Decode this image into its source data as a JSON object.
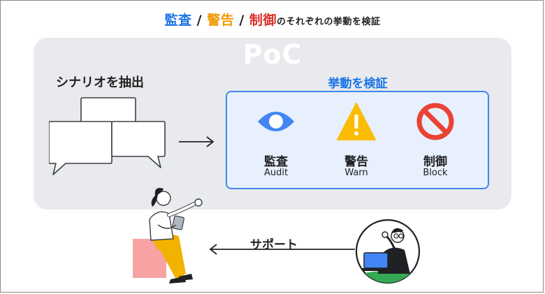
{
  "title": {
    "audit": "監査",
    "sep1": " / ",
    "warn": "警告",
    "sep2": " / ",
    "block": "制御",
    "suffix": "のそれぞれの挙動を検証",
    "colors": {
      "audit": "#1a73e8",
      "warn": "#f29900",
      "block": "#d93025"
    }
  },
  "poc": {
    "label": "PoC"
  },
  "scenario": {
    "label": "シナリオを抽出"
  },
  "verify": {
    "label": "挙動を検証",
    "modes": [
      {
        "jp": "監査",
        "en": "Audit",
        "icon": "eye-icon",
        "color": "#4285f4"
      },
      {
        "jp": "警告",
        "en": "Warn",
        "icon": "warning-icon",
        "color": "#fbbc04"
      },
      {
        "jp": "制御",
        "en": "Block",
        "icon": "prohibited-icon",
        "color": "#ea4335"
      }
    ]
  },
  "support": {
    "label": "サポート"
  }
}
